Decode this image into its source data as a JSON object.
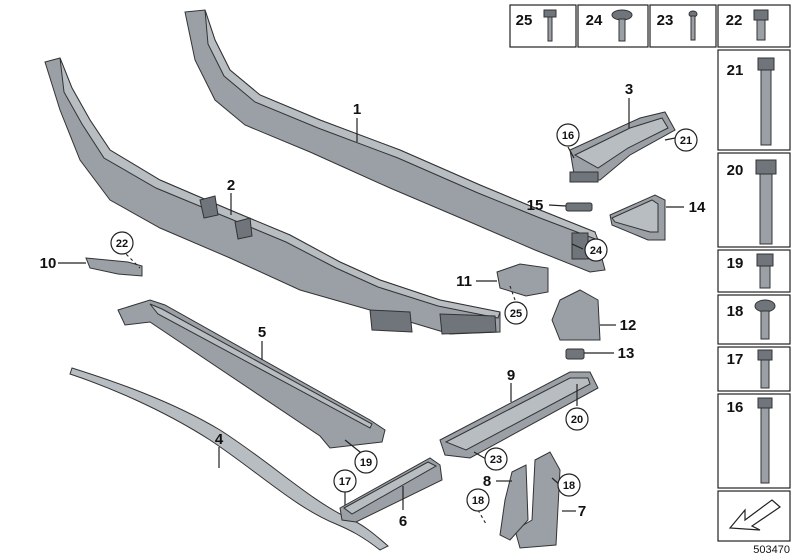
{
  "callouts": {
    "p1": "1",
    "p2": "2",
    "p3": "3",
    "p4": "4",
    "p5": "5",
    "p6": "6",
    "p7": "7",
    "p8": "8",
    "p9": "9",
    "p10": "10",
    "p11": "11",
    "p12": "12",
    "p13": "13",
    "p14": "14",
    "p15": "15"
  },
  "circled_refs": {
    "c16": "16",
    "c21": "21",
    "c22": "22",
    "c24": "24",
    "c25": "25",
    "c19": "19",
    "c20": "20",
    "c23": "23",
    "c17": "17",
    "c18a": "18",
    "c18b": "18"
  },
  "fastener_table": {
    "top_row": [
      "25",
      "24",
      "23",
      "22"
    ],
    "column": [
      "21",
      "20",
      "19",
      "18",
      "17",
      "16"
    ]
  },
  "document_id": "503470"
}
